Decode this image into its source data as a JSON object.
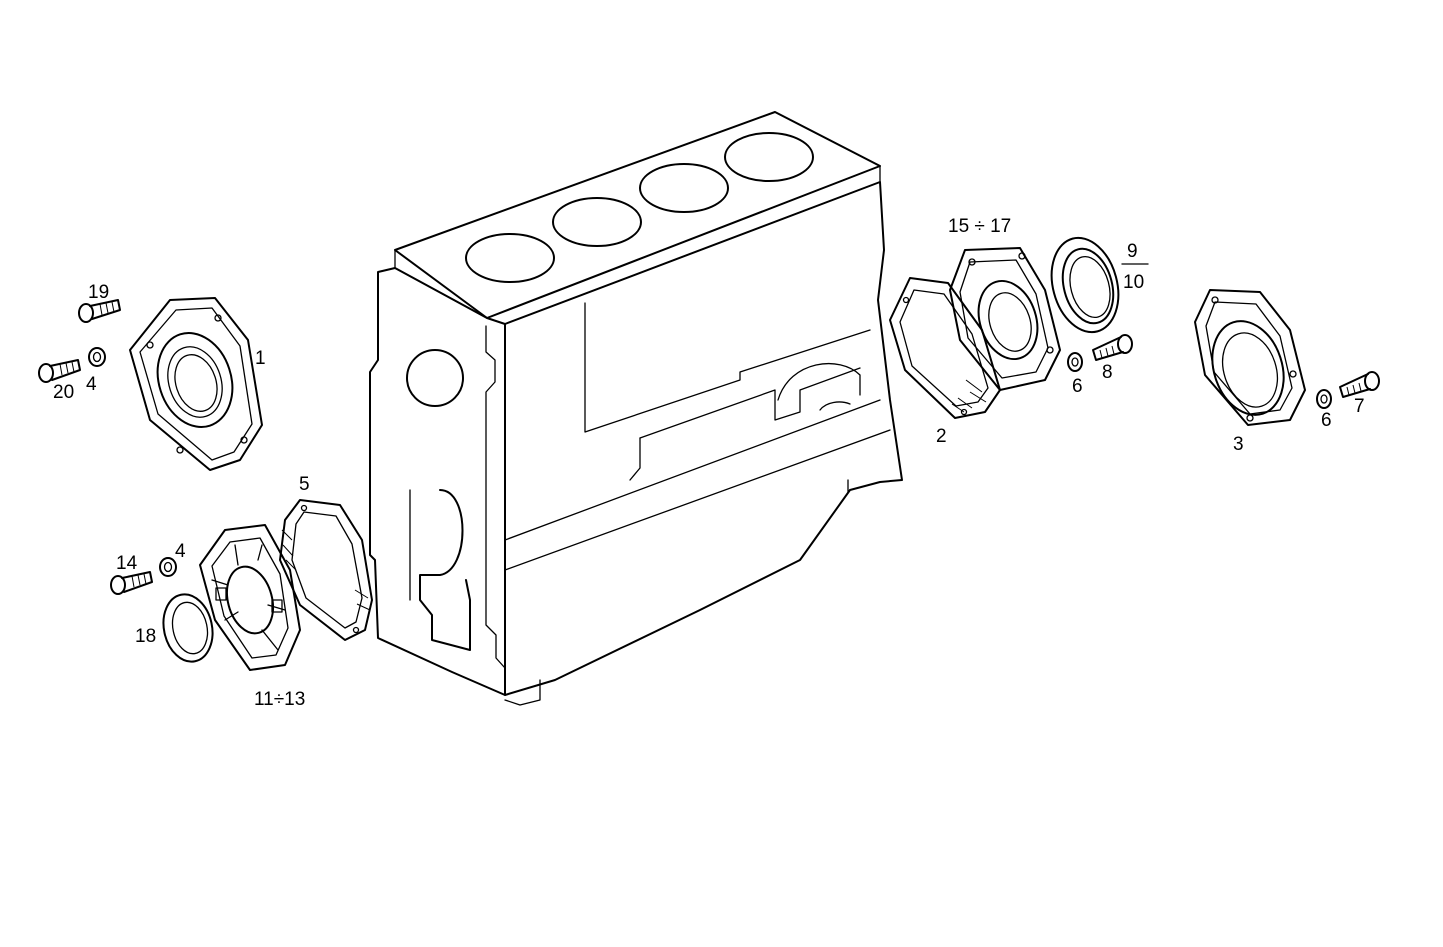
{
  "diagram": {
    "labels": {
      "p1": "1",
      "p2": "2",
      "p3": "3",
      "p4a": "4",
      "p4b": "4",
      "p5": "5",
      "p6a": "6",
      "p6b": "6",
      "p7": "7",
      "p8": "8",
      "p9": "9",
      "p10": "10",
      "p11_13": "11÷13",
      "p14": "14",
      "p15_17": "15 ÷ 17",
      "p18": "18",
      "p19": "19",
      "p20": "20"
    }
  }
}
